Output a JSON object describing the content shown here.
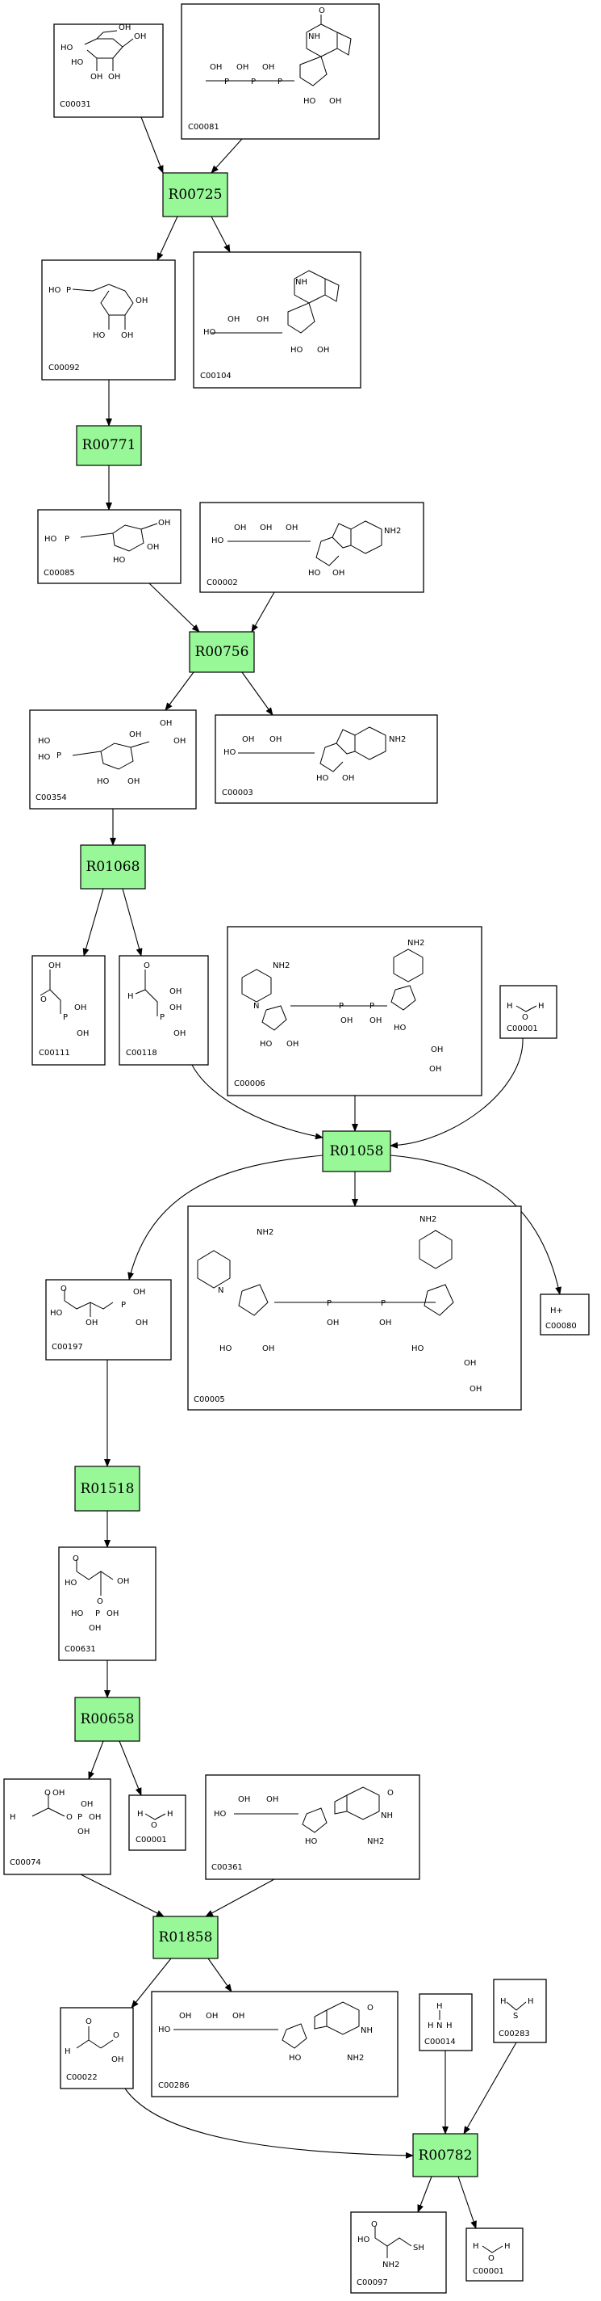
{
  "compounds": [
    {
      "id": "C00031"
    },
    {
      "id": "C00081"
    },
    {
      "id": "C00092"
    },
    {
      "id": "C00104"
    },
    {
      "id": "C00085"
    },
    {
      "id": "C00002"
    },
    {
      "id": "C00354"
    },
    {
      "id": "C00003"
    },
    {
      "id": "C00111"
    },
    {
      "id": "C00118"
    },
    {
      "id": "C00006"
    },
    {
      "id": "C00001"
    },
    {
      "id": "C00197"
    },
    {
      "id": "C00005"
    },
    {
      "id": "C00080"
    },
    {
      "id": "C00631"
    },
    {
      "id": "C00074"
    },
    {
      "id": "C00001"
    },
    {
      "id": "C00361"
    },
    {
      "id": "C00022"
    },
    {
      "id": "C00286"
    },
    {
      "id": "C00014"
    },
    {
      "id": "C00283"
    },
    {
      "id": "C00097"
    },
    {
      "id": "C00001"
    }
  ],
  "reactions": [
    {
      "id": "R00725"
    },
    {
      "id": "R00771"
    },
    {
      "id": "R00756"
    },
    {
      "id": "R01068"
    },
    {
      "id": "R01058"
    },
    {
      "id": "R01518"
    },
    {
      "id": "R00658"
    },
    {
      "id": "R01858"
    },
    {
      "id": "R00782"
    }
  ],
  "edges": [
    {
      "from": "C00031",
      "to": "R00725"
    },
    {
      "from": "C00081",
      "to": "R00725"
    },
    {
      "from": "R00725",
      "to": "C00092"
    },
    {
      "from": "R00725",
      "to": "C00104"
    },
    {
      "from": "C00092",
      "to": "R00771"
    },
    {
      "from": "R00771",
      "to": "C00085"
    },
    {
      "from": "C00085",
      "to": "R00756"
    },
    {
      "from": "C00002",
      "to": "R00756"
    },
    {
      "from": "R00756",
      "to": "C00354"
    },
    {
      "from": "R00756",
      "to": "C00003"
    },
    {
      "from": "C00354",
      "to": "R01068"
    },
    {
      "from": "R01068",
      "to": "C00111"
    },
    {
      "from": "R01068",
      "to": "C00118"
    },
    {
      "from": "C00118",
      "to": "R01058"
    },
    {
      "from": "C00006",
      "to": "R01058"
    },
    {
      "from": "C00001",
      "to": "R01058"
    },
    {
      "from": "R01058",
      "to": "C00197"
    },
    {
      "from": "R01058",
      "to": "C00005"
    },
    {
      "from": "R01058",
      "to": "C00080"
    },
    {
      "from": "C00197",
      "to": "R01518"
    },
    {
      "from": "R01518",
      "to": "C00631"
    },
    {
      "from": "C00631",
      "to": "R00658"
    },
    {
      "from": "R00658",
      "to": "C00074"
    },
    {
      "from": "R00658",
      "to": "C00001"
    },
    {
      "from": "C00074",
      "to": "R01858"
    },
    {
      "from": "C00361",
      "to": "R01858"
    },
    {
      "from": "R01858",
      "to": "C00022"
    },
    {
      "from": "R01858",
      "to": "C00286"
    },
    {
      "from": "C00022",
      "to": "R00782"
    },
    {
      "from": "C00014",
      "to": "R00782"
    },
    {
      "from": "C00283",
      "to": "R00782"
    },
    {
      "from": "R00782",
      "to": "C00097"
    },
    {
      "from": "R00782",
      "to": "C00001"
    }
  ],
  "atom_labels": {
    "oh": "OH",
    "ho": "HO",
    "o": "O",
    "p": "P",
    "n": "N",
    "nh": "NH",
    "nh2": "NH2",
    "h": "H",
    "sh": "SH",
    "s": "S",
    "h_plus": "H+"
  },
  "colors": {
    "reaction_fill": "#98f898",
    "border": "#000000",
    "background": "#ffffff"
  }
}
